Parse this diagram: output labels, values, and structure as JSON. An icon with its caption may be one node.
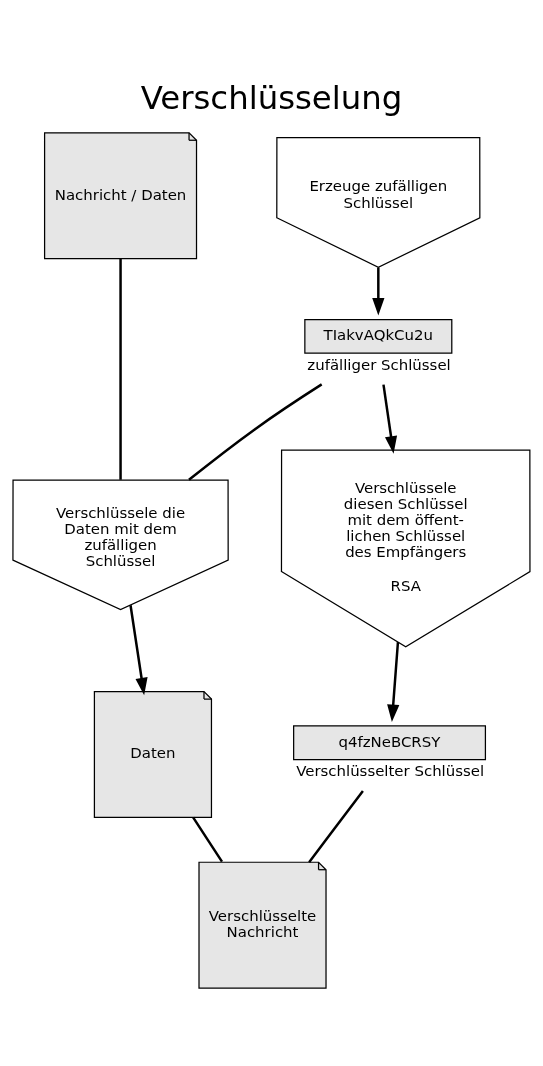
{
  "diagram": {
    "title": "Verschlüsselung",
    "nodes": [
      {
        "text": [
          "Nachricht / Daten"
        ]
      },
      {
        "text": [
          "Erzeuge zufälligen Schlüssel"
        ]
      },
      {
        "text": [
          "TIakvAQkCu2u"
        ],
        "beside": [
          "zufälliger Schlüssel"
        ]
      },
      {
        "text": [
          "Verschlüssele die Daten mit dem zufälligen Schlüssel"
        ]
      },
      {
        "text": [
          "Verschlüssele diesen Schlüssel mit dem öffent- lichen Schlüssel des Empfängers",
          "RSA"
        ]
      },
      {
        "text": [
          "Daten"
        ]
      },
      {
        "text": [
          "q4fzNeBCRSY"
        ],
        "beside": [
          "Verschlüsselter Schlüssel"
        ]
      },
      {
        "text": [
          "Verschlüsselte Nachricht"
        ]
      }
    ],
    "edges": [
      {
        "from": 1,
        "to": 2,
        "arrow": "to"
      },
      {
        "from": 0,
        "to": 3,
        "arrow": "none"
      },
      {
        "from": 2,
        "to": 3,
        "arrow": "none"
      },
      {
        "from": 2,
        "to": 4,
        "arrow": "to"
      },
      {
        "from": 3,
        "to": 5,
        "arrow": "to"
      },
      {
        "from": 4,
        "to": 6,
        "arrow": "to"
      },
      {
        "from": 5,
        "to": 7,
        "arrow": "none"
      },
      {
        "from": 6,
        "to": 7,
        "arrow": "none"
      }
    ]
  }
}
